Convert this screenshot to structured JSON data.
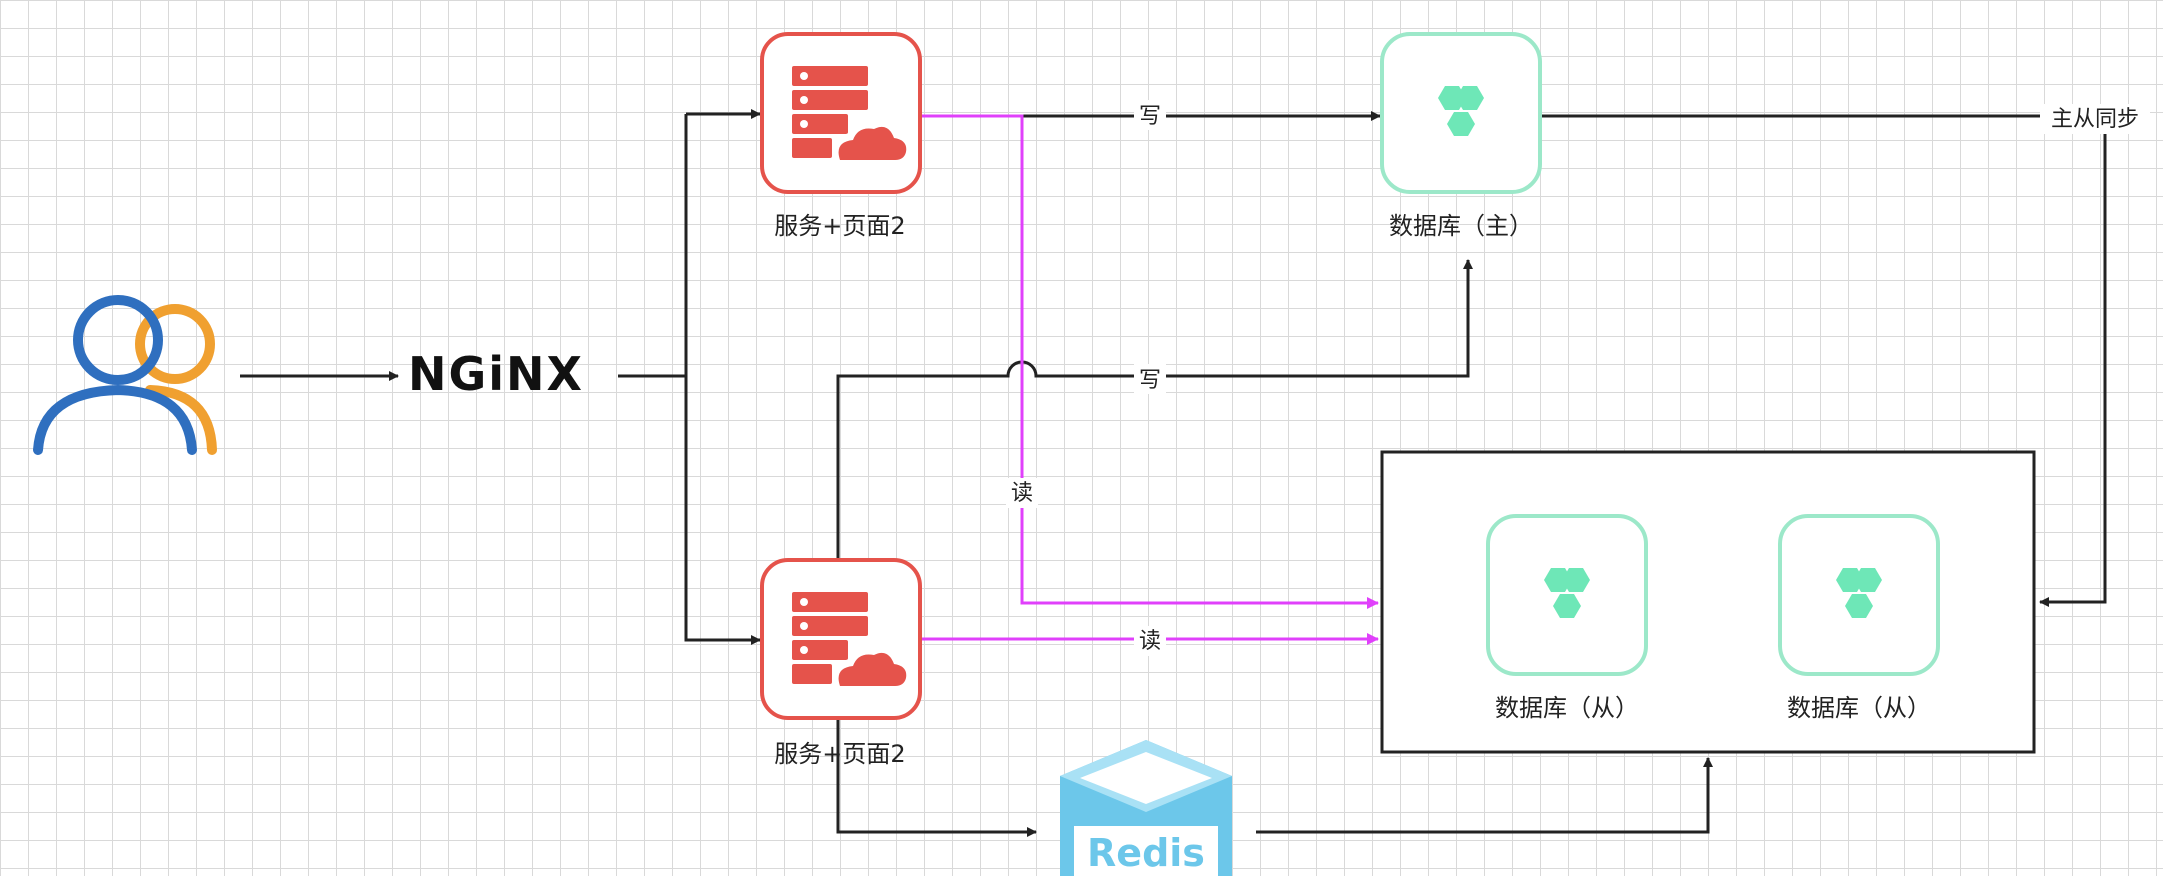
{
  "nodes": {
    "users": {
      "icon": "users-icon"
    },
    "nginx": {
      "text": "NGiNX"
    },
    "service_top": {
      "label": "服务+页面2",
      "icon": "server-cloud-icon"
    },
    "service_bottom": {
      "label": "服务+页面2",
      "icon": "server-cloud-icon"
    },
    "db_master": {
      "label": "数据库（主）",
      "icon": "database-hexagons-icon"
    },
    "db_slave_1": {
      "label": "数据库（从）",
      "icon": "database-hexagons-icon"
    },
    "db_slave_2": {
      "label": "数据库（从）",
      "icon": "database-hexagons-icon"
    },
    "redis": {
      "text": "Redis",
      "icon": "redis-cube-icon"
    }
  },
  "edges": {
    "write_top": "写",
    "write_bottom": "写",
    "read_vertical": "读",
    "read_bottom": "读",
    "master_slave_sync": "主从同步"
  },
  "colors": {
    "server_red": "#E5534B",
    "db_green": "#6EE7B7",
    "db_border": "#9CE8C9",
    "redis_blue": "#6CC7EA",
    "read_magenta": "#E040FB",
    "line_dark": "#222222",
    "user_blue": "#2F6FBF",
    "user_orange": "#F0A030"
  }
}
